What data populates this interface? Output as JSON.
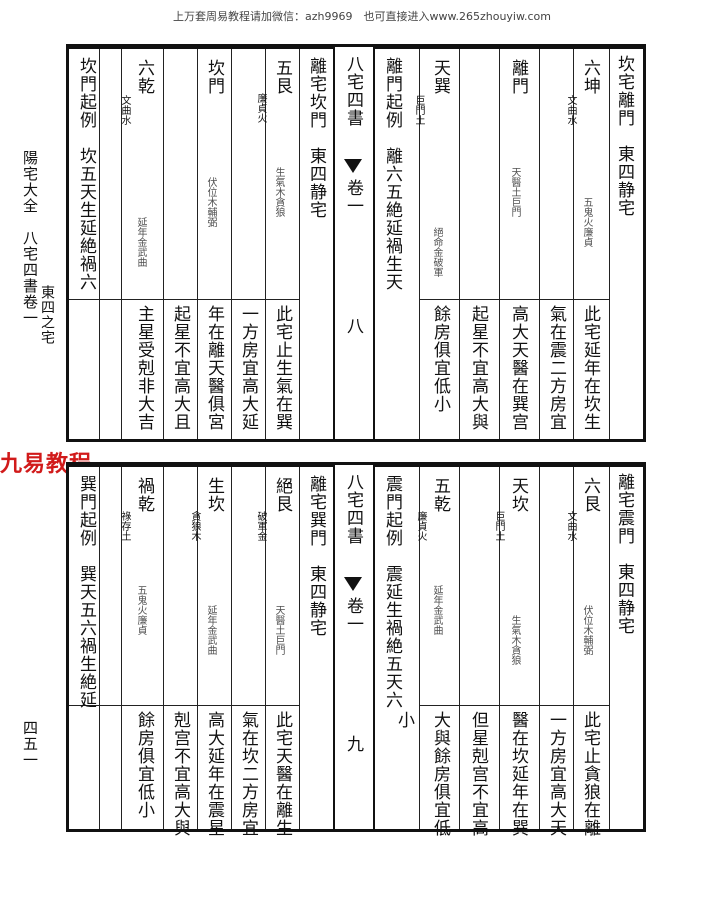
{
  "header_line": "上万套周易教程请加微信：azh9969　也可直接进入www.265zhouyiw.com",
  "watermark": "九易教程",
  "margin": {
    "book_title": "陽宅大全　八宅四書卷一",
    "page_number": "四五一"
  },
  "pages": [
    {
      "id": "top",
      "right": {
        "title": "坎宅離門　東四静宅",
        "cells": [
          {
            "name": "六坤",
            "annot": "文曲水",
            "lower": "五鬼火廉貞"
          },
          {
            "name": "離門",
            "annot": "",
            "lower": "天醫土巨門"
          },
          {
            "name": "天巽",
            "annot": "巨門土",
            "lower": "絕命金破軍"
          }
        ],
        "text": [
          "此宅延年在坎生",
          "氣在震二方房宜",
          "高大天醫在巽宫",
          "起星不宜高大與",
          "餘房俱宜低小"
        ],
        "example": "離門起例　離六五絶延禍生天"
      },
      "center": {
        "title": "八宅四書",
        "volume": "卷一",
        "folio": "八"
      },
      "left": {
        "title": "離宅坎門　東四静宅",
        "cells": [
          {
            "name": "五艮",
            "annot": "廉貞火",
            "lower": "生氣木貪狼"
          },
          {
            "name": "坎門",
            "annot": "",
            "lower": "伏位木輔弼"
          },
          {
            "name": "六乾",
            "annot": "文曲水",
            "lower": "延年金武曲"
          }
        ],
        "text": [
          "此宅止生氣在巽",
          "一方房宜高大延",
          "年在離天醫俱宮",
          "起星不宜高大且",
          "主星受剋非大吉"
        ],
        "example": "坎門起例　坎五天生延絶禍六"
      },
      "outer_note": "東四之宅"
    },
    {
      "id": "bottom",
      "right": {
        "title": "離宅震門　東四静宅",
        "cells": [
          {
            "name": "六艮",
            "annot": "文曲水",
            "lower": "伏位木輔弼"
          },
          {
            "name": "天坎",
            "annot": "巨門土",
            "lower": "生氣木貪狼"
          },
          {
            "name": "五乾",
            "annot": "廉貞火",
            "lower": "延年金武曲"
          }
        ],
        "text": [
          "此宅止貪狼在離",
          "一方房宜高大天",
          "醫在坎延年在巽",
          "但星剋宫不宜高",
          "大與餘房俱宜低",
          "小"
        ],
        "example": "震門起例　震延生禍絶五天六"
      },
      "center": {
        "title": "八宅四書",
        "volume": "卷一",
        "folio": "九"
      },
      "left": {
        "title": "離宅巽門　東四静宅",
        "cells": [
          {
            "name": "絕艮",
            "annot": "破軍金",
            "lower": "天醫土巨門"
          },
          {
            "name": "生坎",
            "annot": "貪狼木",
            "lower": "延年金武曲"
          },
          {
            "name": "禍乾",
            "annot": "祿存土",
            "lower": "五鬼火廉貞"
          }
        ],
        "text": [
          "此宅天醫在離生",
          "氣在坎二方房宜",
          "高大延年在震星",
          "剋宫不宜高大與",
          "餘房俱宜低小"
        ],
        "example": "巽門起例　巽天五六禍生絶延"
      }
    }
  ]
}
